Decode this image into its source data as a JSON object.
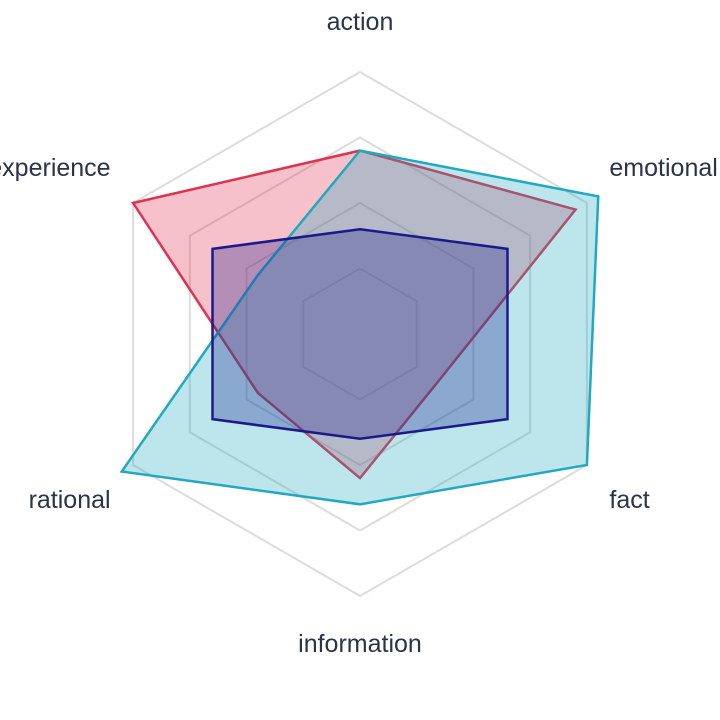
{
  "chart_data": {
    "type": "radar",
    "axes": [
      "action",
      "emotional",
      "fact",
      "information",
      "rational",
      "experience"
    ],
    "rmax": 1.0,
    "grid_levels": [
      0.25,
      0.5,
      0.75,
      1.0
    ],
    "series": [
      {
        "values": [
          0.7,
          0.95,
          0.35,
          0.55,
          0.45,
          1.0
        ],
        "color": "#e0324e",
        "fill_opacity": 0.3
      },
      {
        "values": [
          0.7,
          1.05,
          1.0,
          0.65,
          1.05,
          0.45
        ],
        "color": "#22a9bf",
        "fill_opacity": 0.3
      },
      {
        "values": [
          0.4,
          0.65,
          0.65,
          0.4,
          0.65,
          0.65
        ],
        "color": "#1a1a8c",
        "fill_opacity": 0.3
      }
    ]
  }
}
